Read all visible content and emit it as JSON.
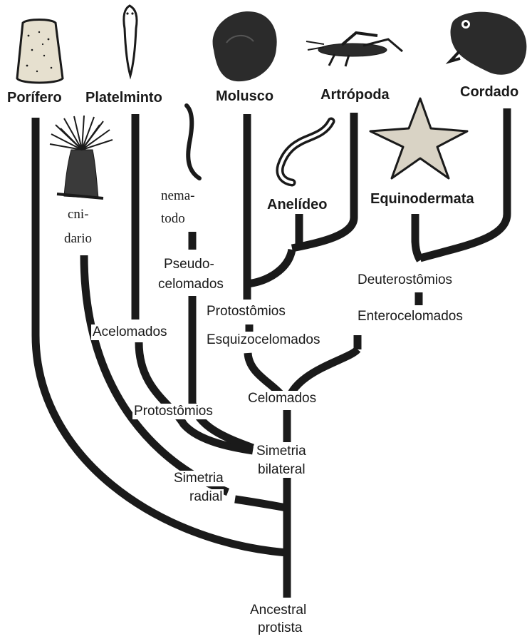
{
  "phyla": {
    "porifero": "Porífero",
    "platelminto": "Platelminto",
    "molusco": "Molusco",
    "artropoda": "Artrópoda",
    "cordado": "Cordado",
    "anelideo": "Anelídeo",
    "equinodermata": "Equinodermata"
  },
  "serif_labels": {
    "cnidario_1": "cni-",
    "cnidario_2": "dario",
    "nematodo_1": "nema-",
    "nematodo_2": "todo"
  },
  "clades": {
    "pseudo_1": "Pseudo-",
    "pseudo_2": "celomados",
    "protostomios_upper": "Protostômios",
    "esquizocelomados": "Esquizocelomados",
    "deuterostomios": "Deuterostômios",
    "enterocelomados": "Enterocelomados",
    "acelomados": "Acelomados",
    "celomados": "Celomados",
    "protostomios_lower": "Protostômios",
    "simetria_bilateral_1": "Simetria",
    "simetria_bilateral_2": "bilateral",
    "simetria_radial_1": "Simetria",
    "simetria_radial_2": "radial",
    "ancestral_1": "Ancestral",
    "ancestral_2": "protista"
  },
  "illustrations": [
    "sponge-illustration",
    "flatworm-illustration",
    "mollusc-illustration",
    "grasshopper-illustration",
    "frog-illustration",
    "sea-anemone-illustration",
    "nematode-illustration",
    "earthworm-illustration",
    "starfish-illustration"
  ],
  "colors": {
    "ink": "#1a1a1a",
    "paper": "#ffffff",
    "sponge_fill": "#e6e0cf",
    "starfish_fill": "#d9d3c5"
  }
}
